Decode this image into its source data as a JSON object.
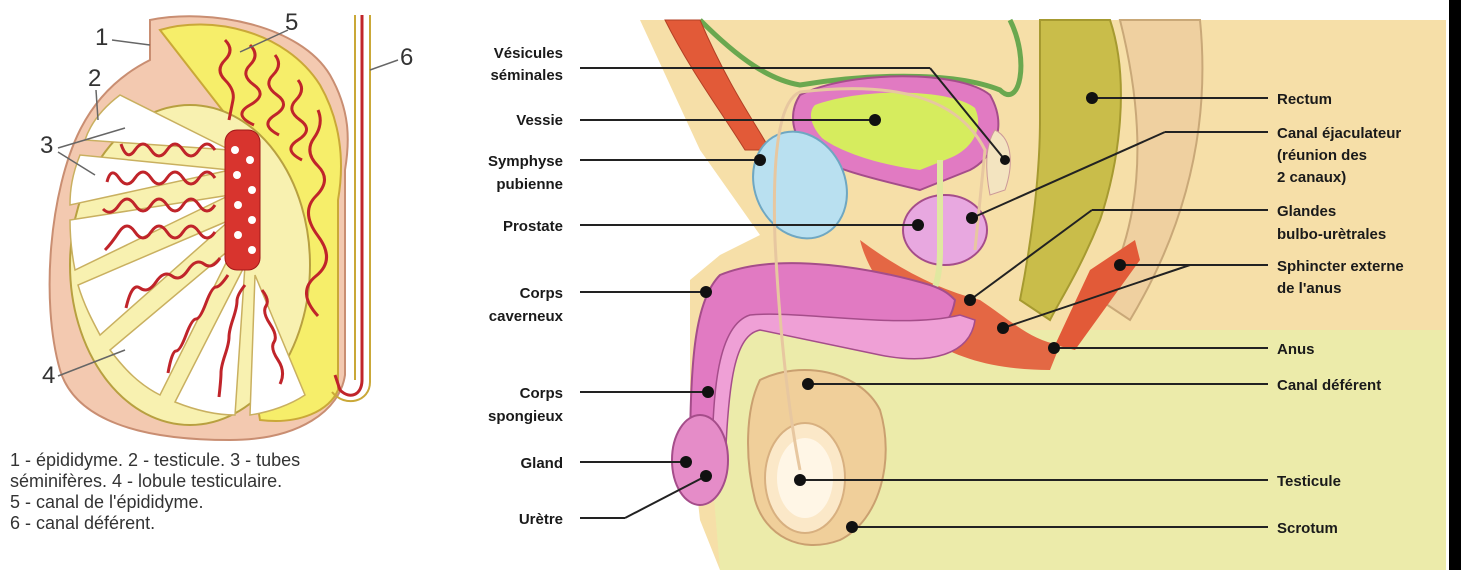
{
  "testis_diagram": {
    "numbers": [
      "1",
      "2",
      "3",
      "4",
      "5",
      "6"
    ],
    "caption": [
      "1 - épididyme. 2 - testicule. 3 - tubes",
      "séminifères. 4 - lobule testiculaire.",
      "5 - canal de l'épididyme.",
      "6 - canal déférent."
    ]
  },
  "sagittal_diagram": {
    "left_labels": {
      "vesicules_1": "Vésicules",
      "vesicules_2": "séminales",
      "vessie": "Vessie",
      "symphyse_1": "Symphyse",
      "symphyse_2": "pubienne",
      "prostate": "Prostate",
      "corps_caverneux_1": "Corps",
      "corps_caverneux_2": "caverneux",
      "corps_spongieux_1": "Corps",
      "corps_spongieux_2": "spongieux",
      "gland": "Gland",
      "uretre": "Urètre"
    },
    "right_labels": {
      "rectum": "Rectum",
      "canal_ejac_1": "Canal éjaculateur",
      "canal_ejac_2": "(réunion des",
      "canal_ejac_3": "2 canaux)",
      "glandes_1": "Glandes",
      "glandes_2": "bulbo-urètrales",
      "sphincter_1": "Sphincter externe",
      "sphincter_2": "de l'anus",
      "anus": "Anus",
      "canal_deferent": "Canal déférent",
      "testicule": "Testicule",
      "scrotum": "Scrotum"
    }
  }
}
